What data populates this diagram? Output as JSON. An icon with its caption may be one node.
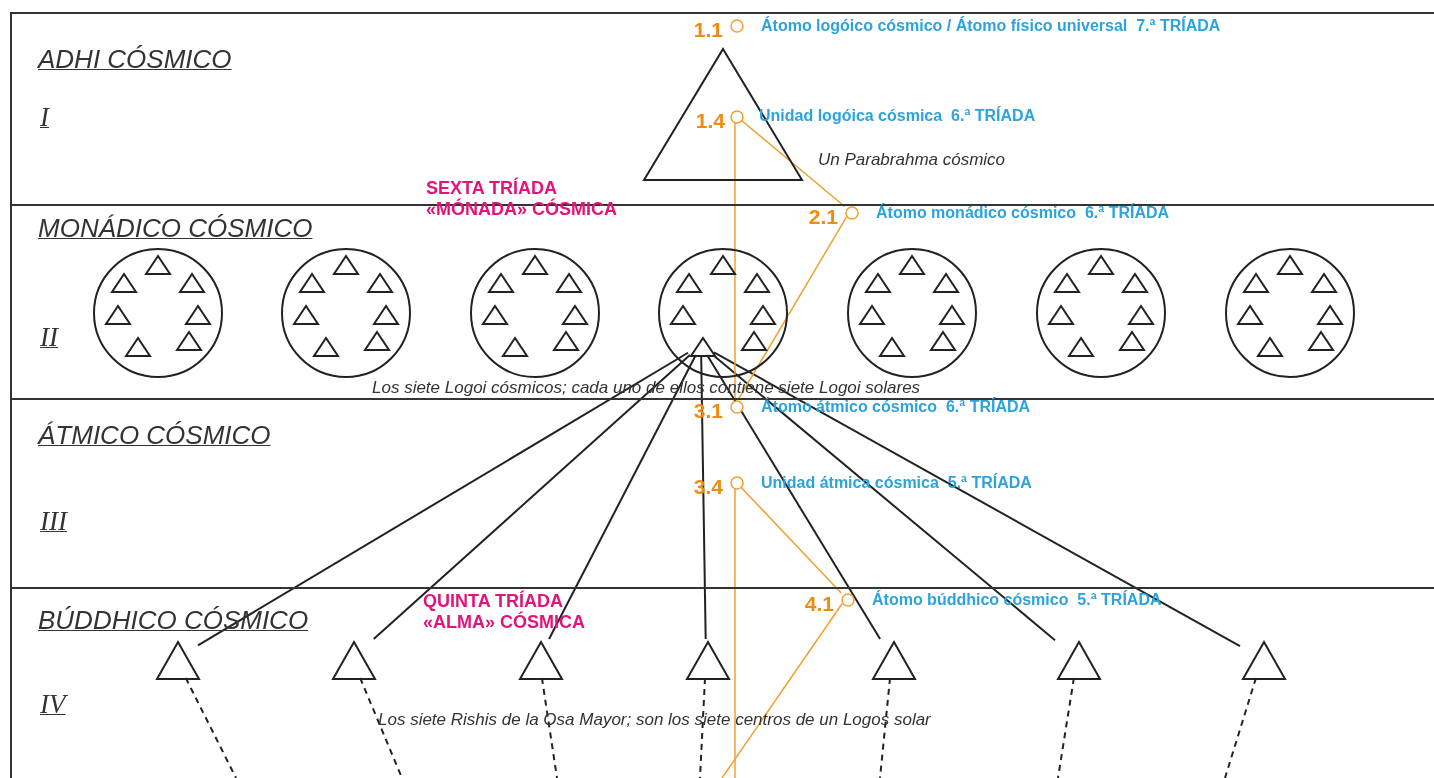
{
  "diagram": {
    "nodes": [
      {
        "text": [
          "ADHI CÓSMICO",
          "I"
        ]
      },
      {
        "text": [
          "MONÁDICO CÓSMICO",
          "II"
        ]
      },
      {
        "text": [
          "ÁTMICO CÓSMICO",
          "III"
        ]
      },
      {
        "text": [
          "BÚDDHICO CÓSMICO",
          "IV"
        ]
      },
      {
        "text": [],
        "shape": "triangle",
        "in": 0
      },
      {
        "text": [],
        "shape": "circle",
        "in": 1
      },
      {
        "text": [],
        "shape": "circle",
        "in": 1
      },
      {
        "text": [],
        "shape": "circle",
        "in": 1
      },
      {
        "text": [],
        "shape": "circle",
        "in": 1
      },
      {
        "text": [],
        "shape": "circle",
        "in": 1
      },
      {
        "text": [],
        "shape": "circle",
        "in": 1
      },
      {
        "text": [],
        "shape": "circle",
        "in": 1
      },
      {
        "text": [],
        "shape": "triangle",
        "in": 5
      },
      {
        "text": [],
        "shape": "triangle",
        "in": 5
      },
      {
        "text": [],
        "shape": "triangle",
        "in": 5
      },
      {
        "text": [],
        "shape": "triangle",
        "in": 5
      },
      {
        "text": [],
        "shape": "triangle",
        "in": 5
      },
      {
        "text": [],
        "shape": "triangle",
        "in": 5
      },
      {
        "text": [],
        "shape": "triangle",
        "in": 5
      },
      {
        "text": [],
        "shape": "triangle",
        "in": 6
      },
      {
        "text": [],
        "shape": "triangle",
        "in": 6
      },
      {
        "text": [],
        "shape": "triangle",
        "in": 6
      },
      {
        "text": [],
        "shape": "triangle",
        "in": 6
      },
      {
        "text": [],
        "shape": "triangle",
        "in": 6
      },
      {
        "text": [],
        "shape": "triangle",
        "in": 6
      },
      {
        "text": [],
        "shape": "triangle",
        "in": 6
      },
      {
        "text": [],
        "shape": "triangle",
        "in": 7
      },
      {
        "text": [],
        "shape": "triangle",
        "in": 7
      },
      {
        "text": [],
        "shape": "triangle",
        "in": 7
      },
      {
        "text": [],
        "shape": "triangle",
        "in": 7
      },
      {
        "text": [],
        "shape": "triangle",
        "in": 7
      },
      {
        "text": [],
        "shape": "triangle",
        "in": 7
      },
      {
        "text": [],
        "shape": "triangle",
        "in": 7
      },
      {
        "text": [],
        "shape": "triangle",
        "in": 8
      },
      {
        "text": [],
        "shape": "triangle",
        "in": 8
      },
      {
        "text": [],
        "shape": "triangle",
        "in": 8
      },
      {
        "text": [],
        "shape": "triangle",
        "in": 8
      },
      {
        "text": [],
        "shape": "triangle",
        "in": 8
      },
      {
        "text": [],
        "shape": "triangle",
        "in": 8
      },
      {
        "text": [],
        "shape": "triangle",
        "in": 8
      },
      {
        "text": [],
        "shape": "triangle",
        "in": 9
      },
      {
        "text": [],
        "shape": "triangle",
        "in": 9
      },
      {
        "text": [],
        "shape": "triangle",
        "in": 9
      },
      {
        "text": [],
        "shape": "triangle",
        "in": 9
      },
      {
        "text": [],
        "shape": "triangle",
        "in": 9
      },
      {
        "text": [],
        "shape": "triangle",
        "in": 9
      },
      {
        "text": [],
        "shape": "triangle",
        "in": 9
      },
      {
        "text": [],
        "shape": "triangle",
        "in": 10
      },
      {
        "text": [],
        "shape": "triangle",
        "in": 10
      },
      {
        "text": [],
        "shape": "triangle",
        "in": 10
      },
      {
        "text": [],
        "shape": "triangle",
        "in": 10
      },
      {
        "text": [],
        "shape": "triangle",
        "in": 10
      },
      {
        "text": [],
        "shape": "triangle",
        "in": 10
      },
      {
        "text": [],
        "shape": "triangle",
        "in": 10
      },
      {
        "text": [],
        "shape": "triangle",
        "in": 11
      },
      {
        "text": [],
        "shape": "triangle",
        "in": 11
      },
      {
        "text": [],
        "shape": "triangle",
        "in": 11
      },
      {
        "text": [],
        "shape": "triangle",
        "in": 11
      },
      {
        "text": [],
        "shape": "triangle",
        "in": 11
      },
      {
        "text": [],
        "shape": "triangle",
        "in": 11
      },
      {
        "text": [],
        "shape": "triangle",
        "in": 11
      },
      {
        "text": [],
        "shape": "triangle",
        "in": 3
      },
      {
        "text": [],
        "shape": "triangle",
        "in": 3
      },
      {
        "text": [],
        "shape": "triangle",
        "in": 3
      },
      {
        "text": [],
        "shape": "triangle",
        "in": 3
      },
      {
        "text": [],
        "shape": "triangle",
        "in": 3
      },
      {
        "text": [],
        "shape": "triangle",
        "in": 3
      },
      {
        "text": [],
        "shape": "triangle",
        "in": 3
      },
      {
        "text": [],
        "shape": "circle",
        "in": 0,
        "beside": [
          "1.1",
          "Átomo logóico cósmico / Átomo físico universal  7.ª TRÍADA"
        ]
      },
      {
        "text": [],
        "shape": "circle",
        "in": 4,
        "beside": [
          "1.4"
        ]
      },
      {
        "text": [],
        "shape": "circle",
        "in": 1,
        "beside": [
          "2.1",
          "Átomo monádico cósmico  6.ª TRÍADA"
        ]
      },
      {
        "text": [],
        "shape": "circle",
        "in": 2,
        "beside": [
          "3.1",
          "Átomo átmico cósmico  6.ª TRÍADA"
        ]
      },
      {
        "text": [],
        "shape": "circle",
        "in": 2,
        "beside": [
          "3.4",
          "Unidad átmica cósmica  5.ª TRÍADA"
        ]
      },
      {
        "text": [],
        "shape": "circle",
        "in": 3,
        "beside": [
          "4.1",
          "Átomo búddhico cósmico  5.ª TRÍADA"
        ]
      }
    ],
    "edges": [
      {
        "from": 38,
        "to": 61,
        "arrow": "none"
      },
      {
        "from": 38,
        "to": 62,
        "arrow": "none"
      },
      {
        "from": 38,
        "to": 63,
        "arrow": "none"
      },
      {
        "from": 38,
        "to": 64,
        "arrow": "none"
      },
      {
        "from": 38,
        "to": 65,
        "arrow": "none"
      },
      {
        "from": 38,
        "to": 66,
        "arrow": "none"
      },
      {
        "from": 38,
        "to": 67,
        "arrow": "none"
      },
      {
        "from": 61,
        "to": null,
        "arrow": "none",
        "style": "dashed"
      },
      {
        "from": 62,
        "to": null,
        "arrow": "none",
        "style": "dashed"
      },
      {
        "from": 63,
        "to": null,
        "arrow": "none",
        "style": "dashed"
      },
      {
        "from": 64,
        "to": null,
        "arrow": "none",
        "style": "dashed"
      },
      {
        "from": 65,
        "to": null,
        "arrow": "none",
        "style": "dashed"
      },
      {
        "from": 66,
        "to": null,
        "arrow": "none",
        "style": "dashed"
      },
      {
        "from": 67,
        "to": null,
        "arrow": "none",
        "style": "dashed"
      },
      {
        "from": 69,
        "to": 70,
        "arrow": "none",
        "color": "#f0a030"
      },
      {
        "from": 69,
        "to": 71,
        "arrow": "none",
        "color": "#f0a030"
      },
      {
        "from": 70,
        "to": 71,
        "arrow": "none",
        "color": "#f0a030"
      },
      {
        "from": 72,
        "to": 73,
        "arrow": "none",
        "color": "#f0a030"
      },
      {
        "from": 72,
        "to": null,
        "arrow": "none",
        "color": "#f0a030"
      },
      {
        "from": 73,
        "to": null,
        "arrow": "none",
        "color": "#f0a030"
      }
    ],
    "labels": [
      "Unidad logóica cósmica  6.ª TRÍADA",
      "Un Parabrahma cósmico",
      "SEXTA TRÍADA «MÓNADA» CÓSMICA",
      "Los siete Logoi cósmicos; cada uno de ellos contiene siete Logoi solares",
      "QUINTA TRÍADA «ALMA» CÓSMICA",
      "Los siete Rishis de la Osa Mayor; son los siete centros de un Logos solar"
    ]
  }
}
